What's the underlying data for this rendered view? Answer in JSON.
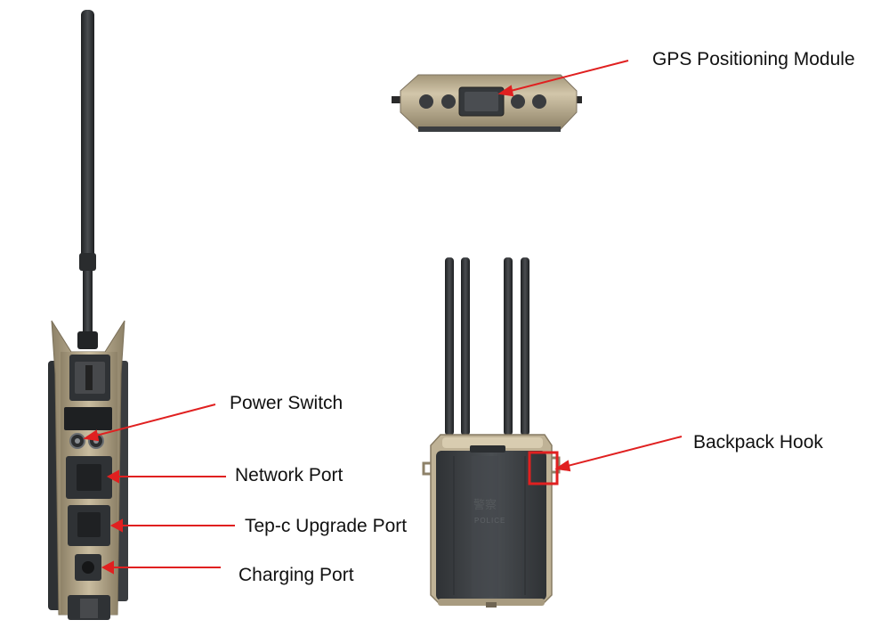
{
  "labels": {
    "gps": "GPS Positioning Module",
    "power": "Power Switch",
    "network": "Network Port",
    "tepc": "Tep-c Upgrade Port",
    "charging": "Charging Port",
    "hook": "Backpack Hook"
  },
  "device_markings": {
    "police_cn": "警察",
    "police_en": "POLICE"
  },
  "colors": {
    "annotation_red": "#e02020",
    "body_tan": "#b8aa8e",
    "panel_dark": "#3d4145",
    "antenna_black": "#2b2d2f"
  }
}
